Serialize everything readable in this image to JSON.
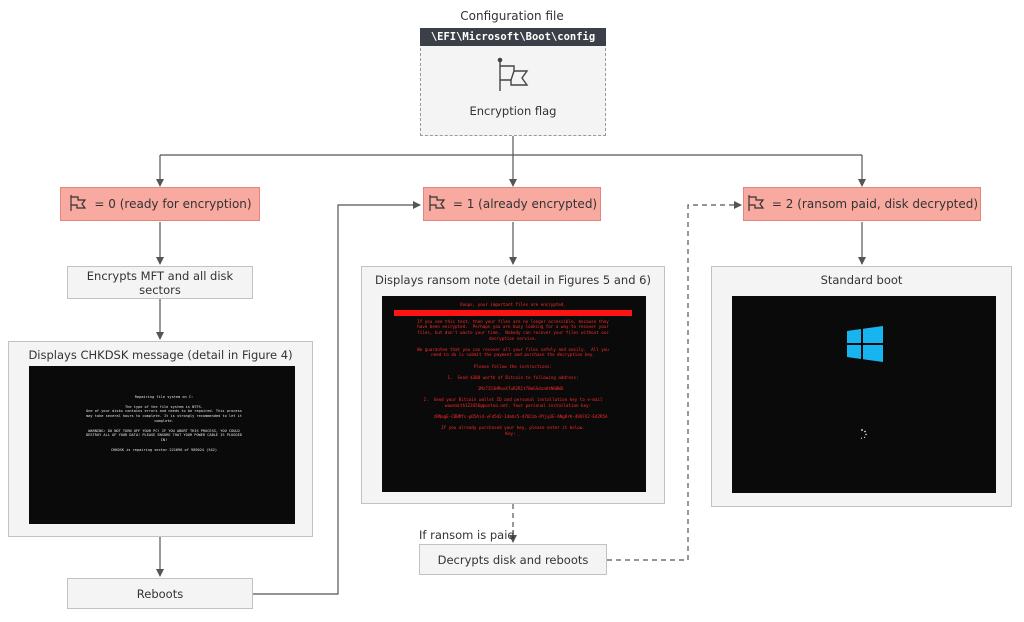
{
  "config": {
    "title": "Configuration file",
    "path": "\\EFI\\Microsoft\\Boot\\config",
    "caption": "Encryption flag",
    "icon": "flag-icon"
  },
  "flags": {
    "f0": "= 0 (ready for encryption)",
    "f1": "= 1 (already encrypted)",
    "f2": "= 2 (ransom paid, disk decrypted)"
  },
  "steps": {
    "encrypts": "Encrypts MFT and all disk sectors",
    "chkdsk_title": "Displays CHKDSK message (detail in Figure 4)",
    "reboots": "Reboots",
    "ransom_title": "Displays ransom note (detail in Figures 5 and 6)",
    "if_paid": "If ransom is paid",
    "decrypts": "Decrypts disk and reboots",
    "standard_boot": "Standard boot"
  },
  "screens": {
    "chkdsk": "Repairing file system on C:\n\nThe type of the file system is NTFS.\nOne of your disks contains errors and needs to be repaired. This process\nmay take several hours to complete. It is strongly recommended to let it\ncomplete.\n\nWARNING: DO NOT TURN OFF YOUR PC! IF YOU ABORT THIS PROCESS, YOU COULD\nDESTROY ALL OF YOUR DATA! PLEASE ENSURE THAT YOUR POWER CABLE IS PLUGGED\nIN!\n\nCHKDSK is repairing sector 221696 of 989024 (542)",
    "ransom": "Ooops, your important files are encrypted.\n\n\nIf you see this text, then your files are no longer accessible, because they\nhave been encrypted.  Perhaps you are busy looking for a way to recover your\nfiles, but don't waste your time.  Nobody can recover your files without our\ndecryption service.\n\nWe guarantee that you can recover all your files safely and easily.  All you\nneed to do is submit the payment and purchase the decryption key.\n\nPlease follow the instructions:\n\n1.  Send $300 worth of Bitcoin to following address:\n\n      1Mz7153HMuxXTuR2R1t78mGSdzaAtNbBWX\n\n2.  Send your Bitcoin wallet ID and personal installation key to e-mail\n    wowsmith123456@posteo.net. Your personal installation key:\n\n      zRNagE-CDBMfc-pD5Ai4-vFd5d2-14mhs5-d7UCzb-RYjq3E-ANg8rK-49XFX2-Ed2R5A\n\nIf you already purchased your key, please enter it below.\nKey: _",
    "colors": {
      "flag_fill": "#f8a9a0",
      "ransom_text": "#ff2a2a",
      "windows_logo": "#18b4f0"
    }
  }
}
